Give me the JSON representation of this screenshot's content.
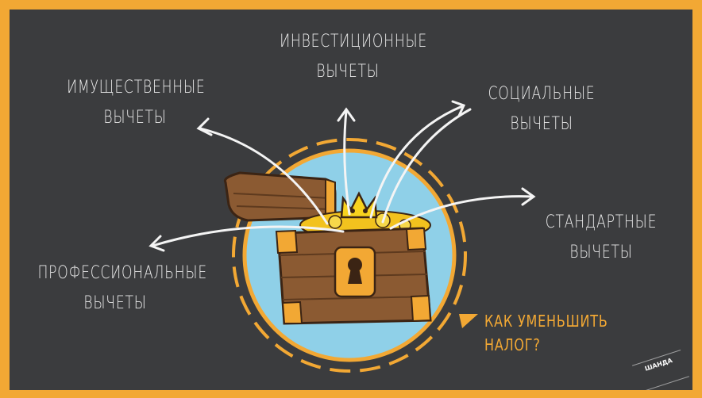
{
  "labels": {
    "investment": {
      "line1": "ИНВЕСТИЦИОННЫЕ",
      "line2": "ВЫЧЕТЫ"
    },
    "property": {
      "line1": "ИМУЩЕСТВЕННЫЕ",
      "line2": "ВЫЧЕТЫ"
    },
    "social": {
      "line1": "СОЦИАЛЬНЫЕ",
      "line2": "ВЫЧЕТЫ"
    },
    "standard": {
      "line1": "СТАНДАРТНЫЕ",
      "line2": "ВЫЧЕТЫ"
    },
    "professional": {
      "line1": "ПРОФЕССИОНАЛЬНЫЕ",
      "line2": "ВЫЧЕТЫ"
    }
  },
  "cta": {
    "line1": "КАК УМЕНЬШИТЬ",
    "line2": "НАЛОГ?"
  },
  "watermark": "ШАНДА",
  "colors": {
    "frame": "#f2a834",
    "board": "#3b3c3e",
    "circle": "#8fd0e8",
    "chest": "#8b5a32",
    "gold": "#f2c21e",
    "text": "#eaeaea"
  },
  "icons": [
    "treasure-chest-icon",
    "crown-icon",
    "keyhole-icon",
    "flag-icon"
  ]
}
